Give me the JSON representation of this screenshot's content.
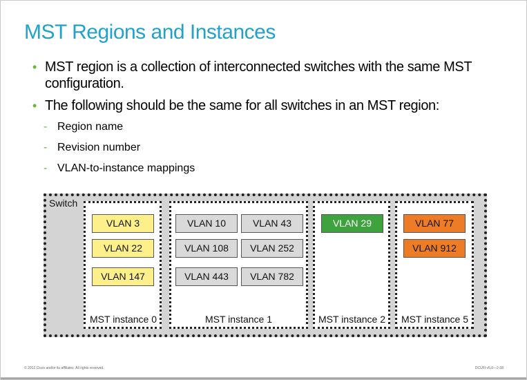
{
  "title": "MST Regions  and Instances",
  "bullets": [
    "MST region is a collection of interconnected switches with the same MST configuration.",
    "The following should be the same for all switches in an MST region:"
  ],
  "sub_bullets": [
    "Region  name",
    "Revision  number",
    "VLAN-to-instance  mappings"
  ],
  "diagram": {
    "switch_label": "Switch",
    "instances": [
      {
        "label": "MST instance 0",
        "vlans": [
          "VLAN 3",
          "VLAN 22",
          "VLAN 147"
        ]
      },
      {
        "label": "MST instance 1",
        "vlans": [
          "VLAN 10",
          "VLAN 43",
          "VLAN 108",
          "VLAN 252",
          "VLAN 443",
          "VLAN 782"
        ]
      },
      {
        "label": "MST instance 2",
        "vlans": [
          "VLAN 29"
        ]
      },
      {
        "label": "MST instance 5",
        "vlans": [
          "VLAN 77",
          "VLAN 912"
        ]
      }
    ],
    "colors": {
      "instance0_fill": "#fdf08a",
      "instance1_fill": "#d9d9d9",
      "instance2_fill": "#3ea23e",
      "instance5_fill": "#ee7c26",
      "title": "#20a2c9",
      "bullet_marker": "#6cb33f"
    }
  },
  "footer": {
    "left": "© 2012 Cisco and/or its affiliates. All rights reserved.",
    "right": "DCUFI v5.0—2-38"
  }
}
